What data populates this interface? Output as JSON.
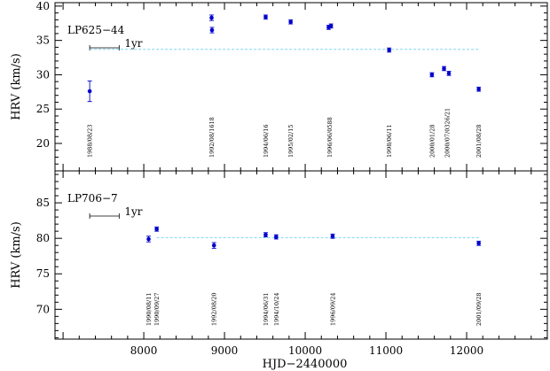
{
  "colors": {
    "points": "#0000cc",
    "reference_line": "#7fd6f4",
    "axes": "#000000"
  },
  "chart_data": {
    "type": "scatter",
    "xlabel": "HJD−2440000",
    "xlim": [
      6900,
      13000
    ],
    "xticks": [
      "8000",
      "9000",
      "10000",
      "11000",
      "12000"
    ],
    "xtick_values": [
      8000,
      9000,
      10000,
      11000,
      12000
    ],
    "grid": false,
    "panels": [
      {
        "name": "LP625−44",
        "ylabel": "HRV (km/s)",
        "ylim": [
          16,
          40.5
        ],
        "yticks": [
          "20",
          "25",
          "30",
          "35",
          "40"
        ],
        "ytick_values": [
          20,
          25,
          30,
          35,
          40
        ],
        "scale_bar_label": "1yr",
        "reference_level": 33.7,
        "reference_range": [
          7330,
          12150
        ],
        "points": [
          {
            "x": 7330,
            "y": 27.6,
            "err": 1.5
          },
          {
            "x": 8840,
            "y": 38.3,
            "err": 0.4
          },
          {
            "x": 8845,
            "y": 36.5,
            "err": 0.4
          },
          {
            "x": 9510,
            "y": 38.4,
            "err": 0.3
          },
          {
            "x": 9820,
            "y": 37.7,
            "err": 0.3
          },
          {
            "x": 10290,
            "y": 36.9,
            "err": 0.3
          },
          {
            "x": 10320,
            "y": 37.1,
            "err": 0.3
          },
          {
            "x": 11040,
            "y": 33.6,
            "err": 0.3
          },
          {
            "x": 11570,
            "y": 30.0,
            "err": 0.3
          },
          {
            "x": 11720,
            "y": 30.9,
            "err": 0.3
          },
          {
            "x": 11780,
            "y": 30.2,
            "err": 0.3
          },
          {
            "x": 12150,
            "y": 27.9,
            "err": 0.3
          }
        ],
        "date_labels": [
          {
            "x": 7330,
            "text": "1988/08/23"
          },
          {
            "x": 8840,
            "text": "1992/08/1618"
          },
          {
            "x": 9510,
            "text": "1994/06/16"
          },
          {
            "x": 9820,
            "text": "1995/02/15"
          },
          {
            "x": 10300,
            "text": "1996/06/0588"
          },
          {
            "x": 11040,
            "text": "1998/06/11"
          },
          {
            "x": 11570,
            "text": "2000/01/28"
          },
          {
            "x": 11760,
            "text": "2000/07/0326/21"
          },
          {
            "x": 12150,
            "text": "2001/08/28"
          }
        ]
      },
      {
        "name": "LP706−7",
        "ylabel": "HRV (km/s)",
        "ylim": [
          65.8,
          89.5
        ],
        "yticks": [
          "70",
          "75",
          "80",
          "85"
        ],
        "ytick_values": [
          70,
          75,
          80,
          85
        ],
        "scale_bar_label": "1yr",
        "reference_level": 80.1,
        "reference_range": [
          8160,
          12150
        ],
        "points": [
          {
            "x": 8060,
            "y": 79.9,
            "err": 0.4
          },
          {
            "x": 8160,
            "y": 81.3,
            "err": 0.3
          },
          {
            "x": 8870,
            "y": 79.0,
            "err": 0.4
          },
          {
            "x": 9510,
            "y": 80.5,
            "err": 0.3
          },
          {
            "x": 9640,
            "y": 80.2,
            "err": 0.3
          },
          {
            "x": 10340,
            "y": 80.3,
            "err": 0.3
          },
          {
            "x": 12150,
            "y": 79.3,
            "err": 0.3
          }
        ],
        "date_labels": [
          {
            "x": 8060,
            "text": "1990/08/11"
          },
          {
            "x": 8160,
            "text": "1990/09/27"
          },
          {
            "x": 8870,
            "text": "1992/08/20"
          },
          {
            "x": 9510,
            "text": "1994/06/31"
          },
          {
            "x": 9640,
            "text": "1994/10/24"
          },
          {
            "x": 10340,
            "text": "1996/09/24"
          },
          {
            "x": 12150,
            "text": "2001/09/28"
          }
        ]
      }
    ]
  }
}
